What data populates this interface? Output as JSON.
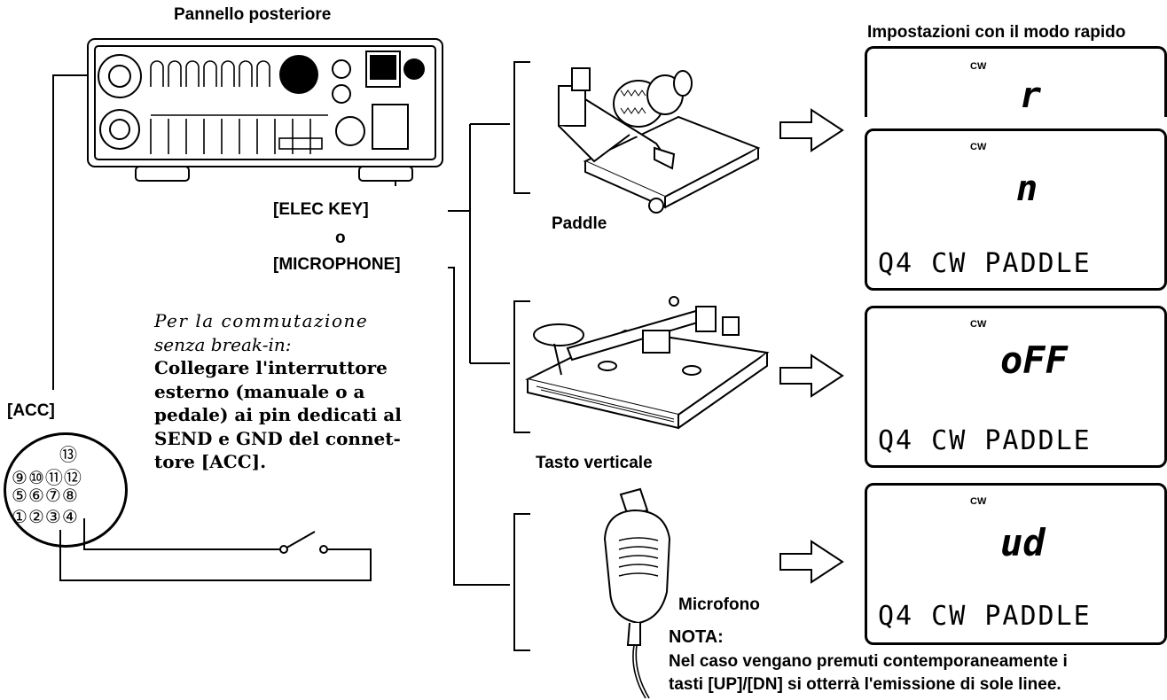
{
  "labels": {
    "rear_panel": "Pannello posteriore",
    "quick_mode_settings": "Impostazioni con il modo rapido",
    "elec_key": "[ELEC KEY]",
    "or": "o",
    "microphone_jack": "[MICROPHONE]",
    "acc": "[ACC]",
    "paddle": "Paddle",
    "vertical_key": "Tasto verticale",
    "microphone": "Microfono"
  },
  "note_block": {
    "heading_line1": "Per la commutazione",
    "heading_line2": "senza break-in:",
    "body_lines": [
      "Collegare l'interruttore",
      "esterno (manuale o a",
      "pedale) ai pin dedicati al",
      "SEND e GND del connet-",
      "tore [ACC]."
    ]
  },
  "nota": {
    "title": "NOTA:",
    "line1": "Nel caso vengano premuti contemporaneamente i",
    "line2": "tasti [UP]/[DN] si otterrà l'emissione di sole linee."
  },
  "displays": [
    {
      "mode": "CW",
      "value": "r",
      "menu": ""
    },
    {
      "mode": "CW",
      "value": "n",
      "menu": "Q4  CW PADDLE"
    },
    {
      "mode": "CW",
      "value": "oFF",
      "menu": "Q4  CW PADDLE"
    },
    {
      "mode": "CW",
      "value": "ud",
      "menu": "Q4  CW PADDLE"
    }
  ],
  "acc_pins": [
    "⑬",
    "⑨",
    "⑩",
    "⑪",
    "⑫",
    "⑤",
    "⑥",
    "⑦",
    "⑧",
    "①",
    "②",
    "③",
    "④"
  ]
}
